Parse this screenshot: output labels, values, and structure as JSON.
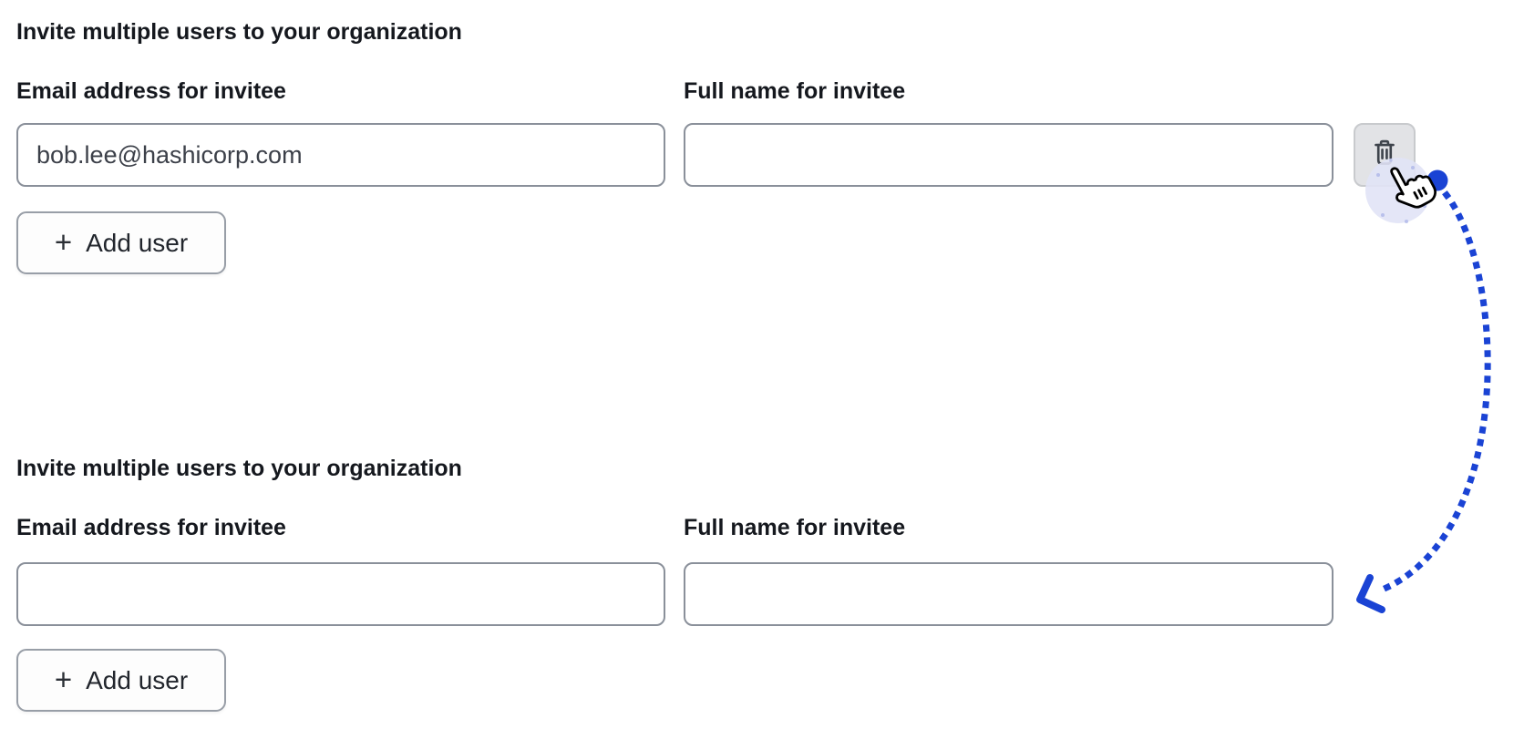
{
  "page": {
    "background": "#ffffff"
  },
  "colors": {
    "heading_text": "#15181e",
    "label_text": "#15181e",
    "input_text": "#3c4049",
    "input_border": "#8a909a",
    "add_button_bg": "#fdfdfd",
    "add_button_border": "#989ea7",
    "add_button_text": "#22262d",
    "delete_button_bg": "#e2e3e6",
    "delete_button_border": "#c8cacd",
    "trash_icon_color": "#3e444c",
    "annotation_blue": "#1a43d4",
    "click_highlight": "#e1e3f6"
  },
  "sections": [
    {
      "heading": "Invite multiple users to your organization",
      "email_label": "Email address for invitee",
      "email_value": "bob.lee@hashicorp.com",
      "name_label": "Full name for invitee",
      "name_value": "",
      "add_user_button": {
        "plus_glyph": "+",
        "label": "Add user"
      },
      "delete_row_button": {
        "icon": "trash-icon"
      }
    },
    {
      "heading": "Invite multiple users to your organization",
      "email_label": "Email address for invitee",
      "email_value": "",
      "name_label": "Full name for invitee",
      "name_value": "",
      "add_user_button": {
        "plus_glyph": "+",
        "label": "Add user"
      }
    }
  ],
  "annotation": {
    "style": "dotted-curved-arrow",
    "color": "#1a43d4",
    "cursor": "pointer-hand-cursor",
    "meaning": "clicking delete on the first form row leads to the second form state"
  }
}
